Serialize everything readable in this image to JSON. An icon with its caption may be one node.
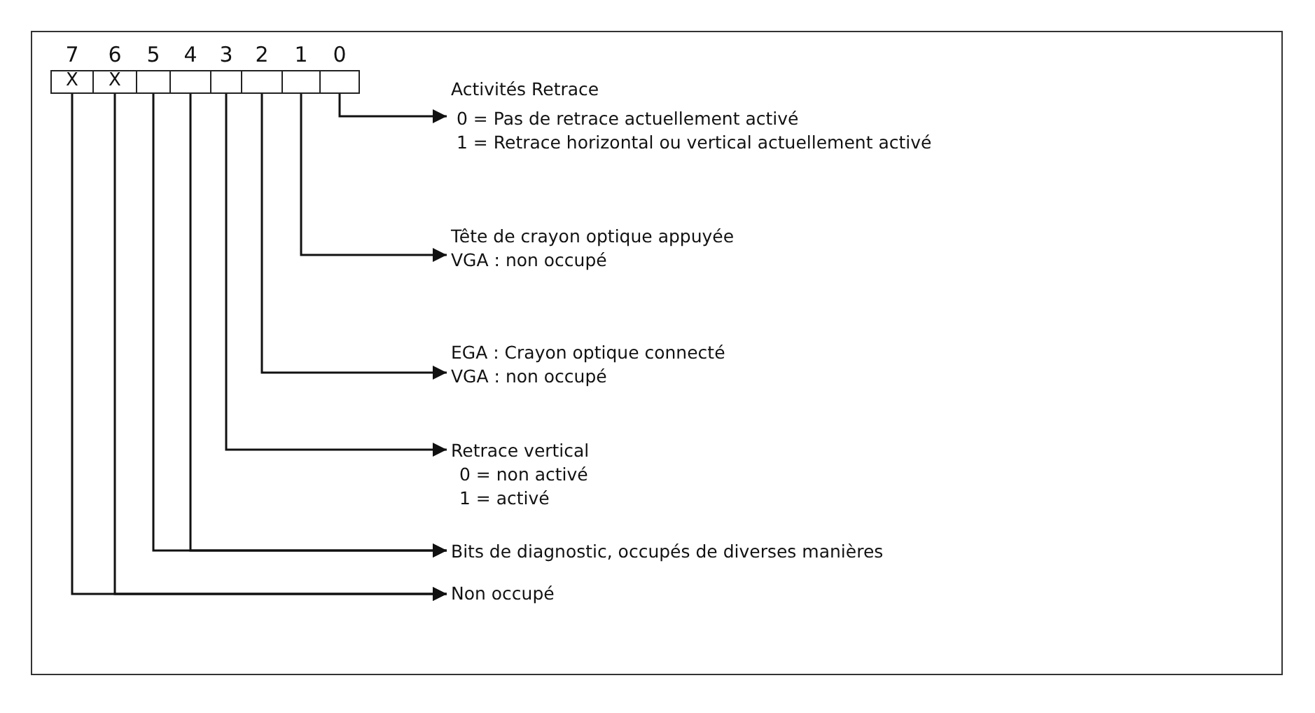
{
  "diagram": {
    "nodes": [
      {
        "text": [
          "X"
        ],
        "beside": [
          "7"
        ]
      },
      {
        "text": [
          "X"
        ],
        "beside": [
          "6"
        ]
      },
      {
        "text": [],
        "shape": "box",
        "beside": [
          "5"
        ]
      },
      {
        "text": [],
        "shape": "box",
        "beside": [
          "4"
        ]
      },
      {
        "text": [],
        "shape": "box",
        "beside": [
          "3"
        ]
      },
      {
        "text": [],
        "shape": "box",
        "beside": [
          "2"
        ]
      },
      {
        "text": [],
        "shape": "box",
        "beside": [
          "1"
        ]
      },
      {
        "text": [],
        "shape": "box",
        "beside": [
          "0"
        ]
      },
      {
        "text": [
          "Activités Retrace",
          "0 = Pas de retrace actuellement activé",
          "1 = Retrace horizontal ou vertical actuellement activé"
        ]
      },
      {
        "text": [
          "Tête de crayon optique appuyée",
          "VGA : non occupé"
        ]
      },
      {
        "text": [
          "EGA : Crayon optique connecté",
          "VGA : non occupé"
        ]
      },
      {
        "text": [
          "Retrace vertical",
          "0 = non activé",
          "1 = activé"
        ]
      },
      {
        "text": [
          "Bits de diagnostic, occupés de diverses manières"
        ]
      },
      {
        "text": [
          "Non occupé"
        ]
      }
    ],
    "edges": [
      {
        "from": 7,
        "to": 8,
        "arrow": "to"
      },
      {
        "from": 6,
        "to": 9,
        "arrow": "to"
      },
      {
        "from": 5,
        "to": 10,
        "arrow": "to"
      },
      {
        "from": 4,
        "to": 11,
        "arrow": "to"
      },
      {
        "from": 3,
        "to": 12,
        "arrow": "to"
      },
      {
        "from": 2,
        "to": 12,
        "arrow": "to"
      },
      {
        "from": 1,
        "to": 13,
        "arrow": "to"
      },
      {
        "from": 0,
        "to": 13,
        "arrow": "to"
      }
    ]
  }
}
